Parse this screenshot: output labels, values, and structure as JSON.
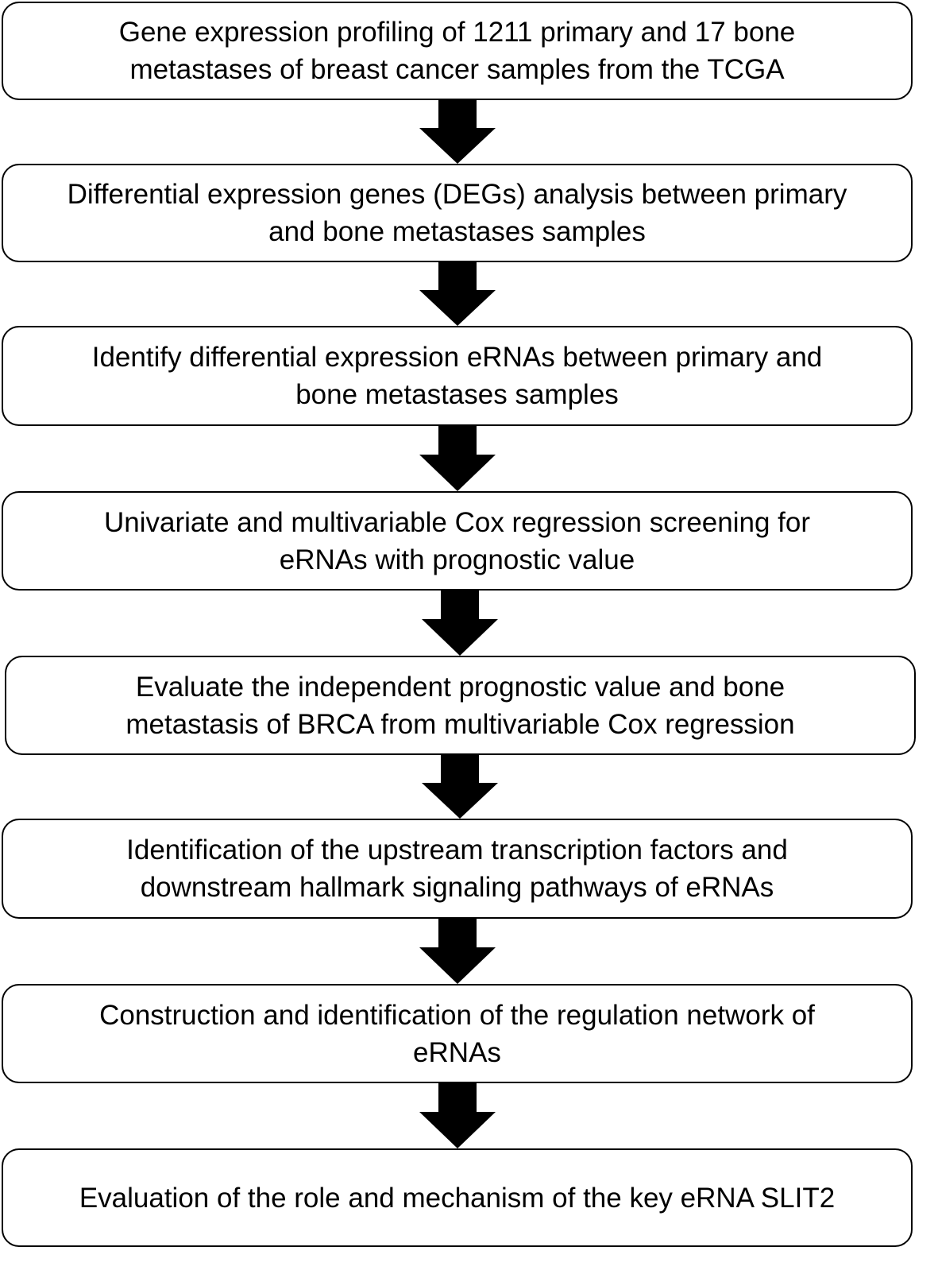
{
  "flowchart": {
    "steps": [
      {
        "text": "Gene expression profiling of 1211 primary and 17 bone\nmetastases of breast cancer samples from the TCGA"
      },
      {
        "text": "Differential expression genes (DEGs) analysis between primary\nand bone metastases samples"
      },
      {
        "text": "Identify differential expression eRNAs between primary and\nbone metastases samples"
      },
      {
        "text": "Univariate and multivariable Cox regression screening for\neRNAs with prognostic value"
      },
      {
        "text": "Evaluate the independent prognostic value and bone\nmetastasis of BRCA from multivariable Cox regression"
      },
      {
        "text": "Identification of the upstream transcription factors and\ndownstream hallmark signaling pathways of eRNAs"
      },
      {
        "text": "Construction and identification of the regulation network of\neRNAs"
      },
      {
        "text": "Evaluation of the role and mechanism of the key eRNA SLIT2"
      }
    ],
    "arrow_color": "#000000",
    "border_color": "#000000"
  }
}
